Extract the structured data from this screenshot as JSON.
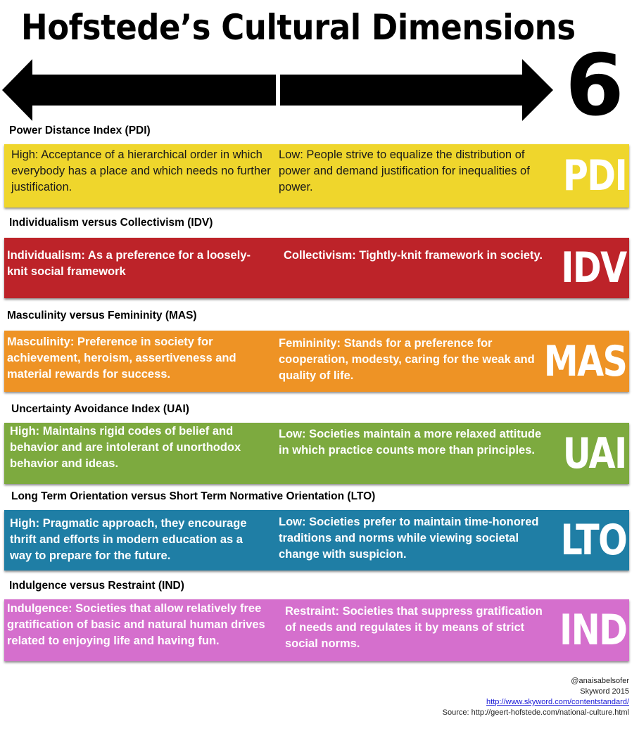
{
  "title": "Hofstede’s Cultural Dimensions",
  "count": "6",
  "colors": {
    "pdi": "#efd62c",
    "idv": "#bd2329",
    "mas": "#ee9325",
    "uai": "#7daa3f",
    "lto": "#1f7ea5",
    "ind": "#d56fcd"
  },
  "sections": [
    {
      "label": "Power Distance Index (PDI)",
      "left": "High:  Acceptance of a hierarchical order in which everybody has a place and which needs no further justification.",
      "right": "Low: People strive to equalize the distribution of power and demand justification for inequalities of power.",
      "abbr": "PDI"
    },
    {
      "label": "Individualism versus Collectivism (IDV)",
      "left": "Individualism: As a preference for a loosely-knit social framework",
      "right": "Collectivism: Tightly-knit framework in society.",
      "abbr": "IDV"
    },
    {
      "label": "Masculinity versus Femininity (MAS)",
      "left": "Masculinity: Preference in society for achievement, heroism, assertiveness and material rewards for success.",
      "right": "Femininity: Stands for a preference for cooperation, modesty, caring for the weak and quality of life.",
      "abbr": "MAS"
    },
    {
      "label": "Uncertainty Avoidance Index (UAI)",
      "left": "High: Maintains rigid codes of belief and behavior and are intolerant of unorthodox behavior and ideas.",
      "right": "Low: Societies maintain a more relaxed attitude in which practice counts more than principles.",
      "abbr": "UAI"
    },
    {
      "label": "Long Term Orientation versus Short Term Normative Orientation (LTO)",
      "left": "High: Pragmatic approach, they encourage thrift and efforts in modern education as a way to prepare for the future.",
      "right": "Low: Societies prefer to maintain time-honored traditions and norms while viewing societal change with suspicion.",
      "abbr": "LTO"
    },
    {
      "label": "Indulgence versus Restraint (IND)",
      "left": "Indulgence: Societies that allow relatively free gratification of basic and natural human drives related to enjoying life and having fun.",
      "right": "Restraint: Societies that suppress gratification of needs and regulates it by means of strict social norms.",
      "abbr": "IND"
    }
  ],
  "footer": {
    "handle": "@anaisabelsofer",
    "credit": "Skyword 2015",
    "link": "http://www.skyword.com/contentstandard/",
    "source": "Source: http://geert-hofstede.com/national-culture.html"
  }
}
